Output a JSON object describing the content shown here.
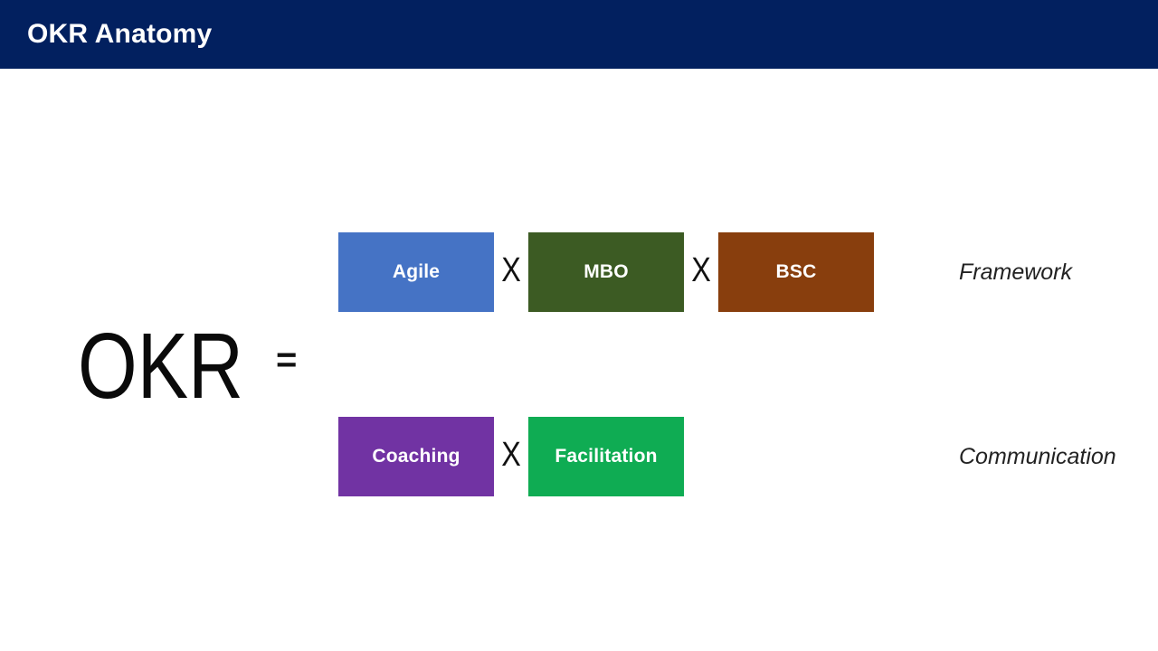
{
  "header": {
    "title": "OKR Anatomy",
    "bg_color": "#02205f"
  },
  "equation": {
    "lhs": "OKR",
    "equals_symbol": "=",
    "multiply_symbol": "X"
  },
  "rows": [
    {
      "label": "Framework",
      "items": [
        {
          "text": "Agile",
          "color": "#4573c5"
        },
        {
          "text": "MBO",
          "color": "#3c5b23"
        },
        {
          "text": "BSC",
          "color": "#883e0d"
        }
      ]
    },
    {
      "label": "Communication",
      "items": [
        {
          "text": "Coaching",
          "color": "#7133a3"
        },
        {
          "text": "Facilitation",
          "color": "#0fac53"
        }
      ]
    }
  ]
}
